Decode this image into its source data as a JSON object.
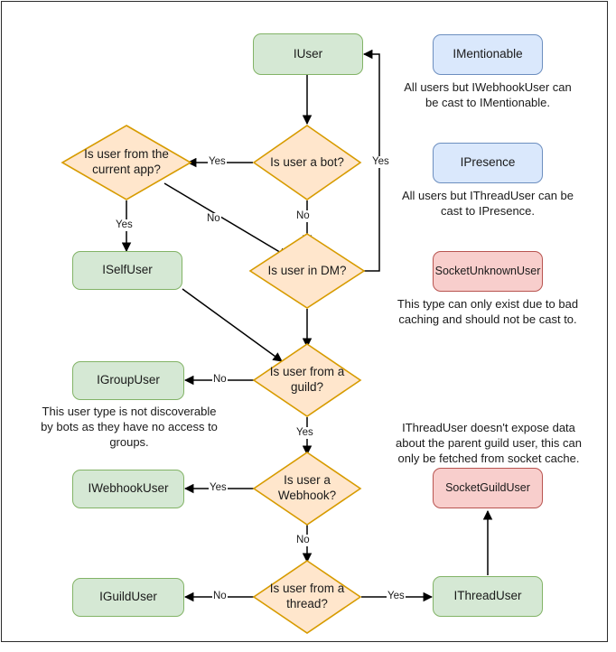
{
  "diagram": {
    "title": "Discord.Net user type decision flowchart",
    "colors": {
      "green_fill": "#d5e8d4",
      "green_stroke": "#82b366",
      "blue_fill": "#dae8fc",
      "blue_stroke": "#6c8ebf",
      "red_fill": "#f8cecc",
      "red_stroke": "#b85450",
      "orange_fill": "#ffe6cc",
      "orange_stroke": "#d79b00",
      "edge_stroke": "#000000",
      "frame_stroke": "#2b2b2b",
      "background": "#ffffff"
    },
    "nodes": {
      "iuser": {
        "label": "IUser",
        "shape": "rounded-rect",
        "style": "green"
      },
      "is_bot": {
        "label": "Is user a bot?",
        "shape": "diamond",
        "style": "orange"
      },
      "is_current_app": {
        "label": "Is user from the current app?",
        "shape": "diamond",
        "style": "orange"
      },
      "iselfuser": {
        "label": "ISelfUser",
        "shape": "rounded-rect",
        "style": "green"
      },
      "is_dm": {
        "label": "Is user in DM?",
        "shape": "diamond",
        "style": "orange"
      },
      "is_guild": {
        "label": "Is user from a guild?",
        "shape": "diamond",
        "style": "orange"
      },
      "igroupuser": {
        "label": "IGroupUser",
        "shape": "rounded-rect",
        "style": "green"
      },
      "is_webhook": {
        "label": "Is user a Webhook?",
        "shape": "diamond",
        "style": "orange"
      },
      "iwebhookuser": {
        "label": "IWebhookUser",
        "shape": "rounded-rect",
        "style": "green"
      },
      "is_thread": {
        "label": "Is user from a thread?",
        "shape": "diamond",
        "style": "orange"
      },
      "iguilduser": {
        "label": "IGuildUser",
        "shape": "rounded-rect",
        "style": "green"
      },
      "ithreaduser": {
        "label": "IThreadUser",
        "shape": "rounded-rect",
        "style": "green"
      },
      "imentionable": {
        "label": "IMentionable",
        "shape": "rounded-rect",
        "style": "blue"
      },
      "ipresence": {
        "label": "IPresence",
        "shape": "rounded-rect",
        "style": "blue"
      },
      "socketunknownuser": {
        "label": "SocketUnknownUser",
        "shape": "rounded-rect",
        "style": "red"
      },
      "socketguilduser": {
        "label": "SocketGuildUser",
        "shape": "rounded-rect",
        "style": "red"
      }
    },
    "notes": {
      "mentionable": "All users but IWebhookUser can be cast to IMentionable.",
      "presence": "All users but IThreadUser can be cast to IPresence.",
      "socket_unknown": "This type can only exist due to bad caching and should not be cast to.",
      "group": "This user type is not discoverable by bots as they have no access to groups.",
      "thread": "IThreadUser doesn't expose data about the parent guild user, this can only be fetched from socket cache."
    },
    "edge_labels": {
      "bot_yes": "Yes",
      "bot_no": "No",
      "dm_yes": "Yes",
      "current_app_yes": "Yes",
      "current_app_no": "No",
      "guild_no": "No",
      "guild_yes": "Yes",
      "webhook_yes": "Yes",
      "webhook_no": "No",
      "thread_no": "No",
      "thread_yes": "Yes"
    }
  }
}
